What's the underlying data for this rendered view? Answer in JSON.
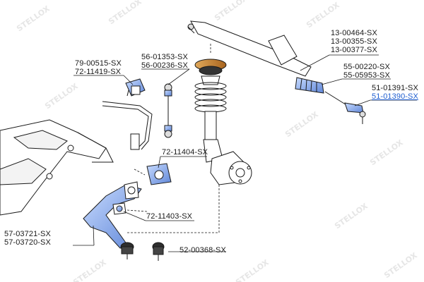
{
  "watermark": "STELLOX",
  "colors": {
    "accent": "#8fb2ee",
    "accent_dark": "#2b4fa8",
    "spring": "#c9842c",
    "line": "#1a1a1a",
    "link": "#1f5fd0"
  },
  "labels": {
    "steering_rack": [
      "13-00464-SX",
      "13-00355-SX",
      "13-00377-SX"
    ],
    "boot": [
      "55-00220-SX",
      "55-05953-SX"
    ],
    "tie_rod_end": [
      "51-01391-SX",
      "51-01390-SX"
    ],
    "stab_bushing": [
      "79-00515-SX",
      "72-11419-SX"
    ],
    "stab_link": [
      "56-01353-SX",
      "56-00236-SX"
    ],
    "arm_bushing_rear": "72-11404-SX",
    "arm_bushing_front": "72-11403-SX",
    "control_arm": [
      "57-03721-SX",
      "57-03720-SX"
    ],
    "ball_joint": "52-00368-SX"
  }
}
